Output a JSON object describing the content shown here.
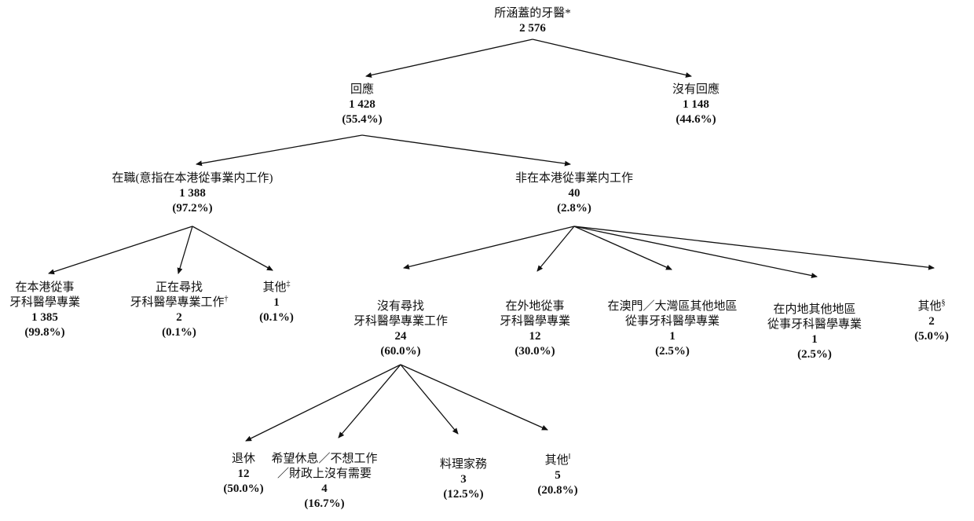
{
  "diagram": {
    "type": "tree-flowchart",
    "accent_color": "#111111",
    "background_color": "#ffffff"
  },
  "nodes": {
    "root": {
      "line1": "所涵蓋的牙醫*",
      "value": "2 576"
    },
    "respond": {
      "line1": "回應",
      "value": "1 428",
      "pct": "(55.4%)"
    },
    "no_respond": {
      "line1": "沒有回應",
      "value": "1 148",
      "pct": "(44.6%)"
    },
    "active": {
      "line1": "在職(意指在本港從事業内工作)",
      "value": "1 388",
      "pct": "(97.2%)"
    },
    "non_hk": {
      "line1": "非在本港從事業内工作",
      "value": "40",
      "pct": "(2.8%)"
    },
    "hk_practice": {
      "line1": "在本港從事",
      "line2": "牙科醫學專業",
      "value": "1 385",
      "pct": "(99.8%)"
    },
    "seeking": {
      "line1": "正在尋找",
      "line2": "牙科醫學專業工作",
      "sup": "†",
      "value": "2",
      "pct": "(0.1%)"
    },
    "other_active": {
      "line1": "其他",
      "sup": "‡",
      "value": "1",
      "pct": "(0.1%)"
    },
    "not_seeking": {
      "line1": "沒有尋找",
      "line2": "牙科醫學專業工作",
      "value": "24",
      "pct": "(60.0%)"
    },
    "abroad": {
      "line1": "在外地從事",
      "line2": "牙科醫學專業",
      "value": "12",
      "pct": "(30.0%)"
    },
    "macau": {
      "line1": "在澳門／大灣區其他地區",
      "line2": "從事牙科醫學專業",
      "value": "1",
      "pct": "(2.5%)"
    },
    "mainland": {
      "line1": "在内地其他地區",
      "line2": "從事牙科醫學專業",
      "value": "1",
      "pct": "(2.5%)"
    },
    "other_nonhk": {
      "line1": "其他",
      "sup": "§",
      "value": "2",
      "pct": "(5.0%)"
    },
    "retired": {
      "line1": "退休",
      "value": "12",
      "pct": "(50.0%)"
    },
    "rest": {
      "line1": "希望休息／不想工作",
      "line2": "／財政上沒有需要",
      "value": "4",
      "pct": "(16.7%)"
    },
    "housework": {
      "line1": "料理家務",
      "value": "3",
      "pct": "(12.5%)"
    },
    "other_notseeking": {
      "line1": "其他",
      "sup": "‖",
      "value": "5",
      "pct": "(20.8%)"
    }
  }
}
